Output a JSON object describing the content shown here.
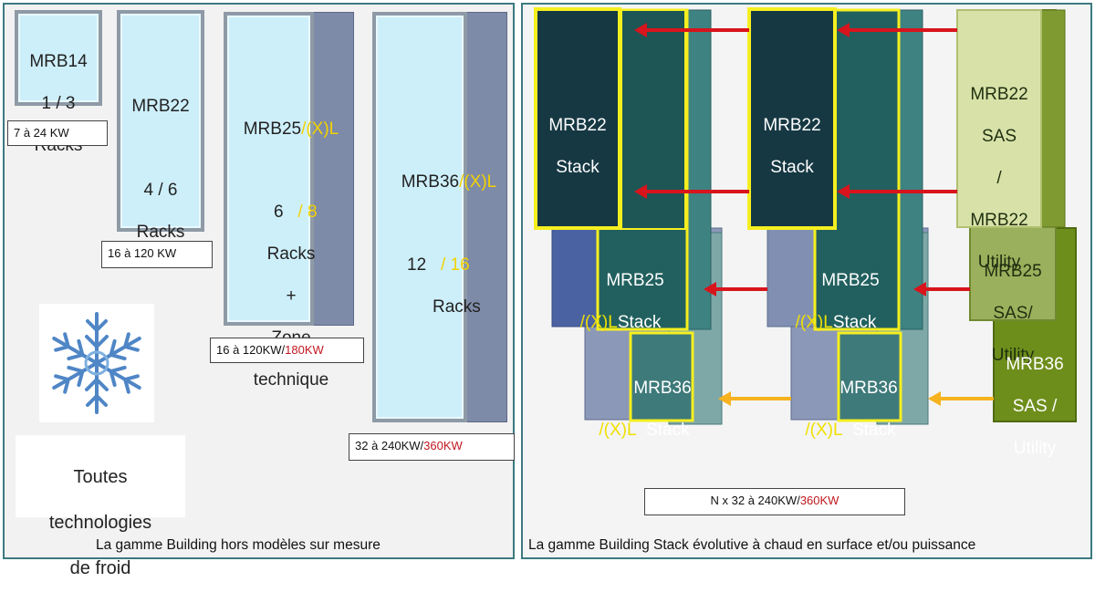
{
  "left_panel": {
    "mrb14": {
      "name": "MRB14",
      "racks": "1 / 3",
      "racks_label": "Racks",
      "power": "7 à 24 KW"
    },
    "mrb22": {
      "name": "MRB22",
      "racks": "4 / 6",
      "racks_label": "Racks",
      "power": "16 à 120 KW"
    },
    "mrb25": {
      "name": "MRB25",
      "variant": "/(X)L",
      "racks_a": "6",
      "racks_b": "/ 8",
      "racks_label": "Racks",
      "plus": "+",
      "zone_line1": "Zone",
      "zone_line2": "technique",
      "power_a": "16 à 120KW/",
      "power_b": "180KW"
    },
    "mrb36": {
      "name": "MRB36",
      "variant": "/(X)L",
      "racks_a": "12",
      "racks_b": "/ 16",
      "racks_label": "Racks",
      "power_a": "32 à 240KW/",
      "power_b": "360KW"
    },
    "cooling": {
      "line1": "Toutes",
      "line2": "technologies",
      "line3": "de froid"
    },
    "caption": "La gamme Building hors modèles sur mesure"
  },
  "right_panel": {
    "stack1": {
      "mrb22_line1": "MRB22",
      "mrb22_line2": "Stack",
      "mrb25_name": "MRB25",
      "mrb25_variant": "/(X)L",
      "mrb25_stack": "Stack",
      "mrb36_name": "MRB36",
      "mrb36_variant": "/(X)L",
      "mrb36_stack": "Stack"
    },
    "stack2": {
      "mrb22_line1": "MRB22",
      "mrb22_line2": "Stack",
      "mrb25_name": "MRB25",
      "mrb25_variant": "/(X)L",
      "mrb25_stack": "Stack",
      "mrb36_name": "MRB36",
      "mrb36_variant": "/(X)L",
      "mrb36_stack": "Stack"
    },
    "utility22": {
      "l1": "MRB22",
      "l2": "SAS",
      "l3": "/",
      "l4": "MRB22",
      "l5": "Utility"
    },
    "utility25": {
      "l1": "MRB25",
      "l2": "SAS/",
      "l3": "Utility"
    },
    "utility36": {
      "l1": "MRB36",
      "l2": "SAS /",
      "l3": "Utility"
    },
    "power_a": "N x 32 à 240KW/",
    "power_b": "360KW",
    "caption": "La gamme Building Stack évolutive à chaud en surface et/ou puissance"
  },
  "colors": {
    "arrow_red": "#d8141c",
    "arrow_orange": "#f7b21e",
    "stack_dark": "#163843",
    "stack_mid": "#22605f",
    "highlight": "#f5ef20",
    "olive": "#6a8a1a"
  }
}
